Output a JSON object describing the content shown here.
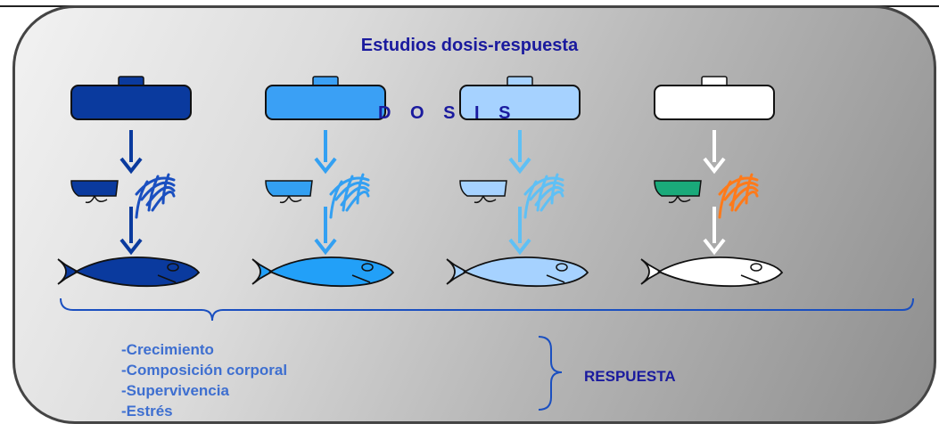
{
  "title": "Estudios dosis-respuesta",
  "dose_label": "D O S I S",
  "responses": [
    "-Crecimiento",
    "-Composición corporal",
    "-Supervivencia",
    "-Estrés"
  ],
  "response_label": "RESPUESTA",
  "columns": [
    {
      "name": "dose-level-1",
      "container": "#0a3a9e",
      "feed": "#0a3a9e",
      "net": "#1a4fc0",
      "fish": "#0a3a9e",
      "arrow": "#0a3a9e"
    },
    {
      "name": "dose-level-2",
      "container": "#3aa0f5",
      "feed": "#33a0f2",
      "net": "#33a0f2",
      "fish": "#22a0f8",
      "arrow": "#33a0f2"
    },
    {
      "name": "dose-level-3",
      "container": "#a6d2ff",
      "feed": "#a6d2ff",
      "net": "#5fc0f5",
      "fish": "#a6d2ff",
      "arrow": "#5fc0f5"
    },
    {
      "name": "dose-level-4",
      "container": "#ffffff",
      "feed": "#1aaa7a",
      "net": "#ff7a1a",
      "fish": "#ffffff",
      "arrow": "#ffffff"
    }
  ]
}
